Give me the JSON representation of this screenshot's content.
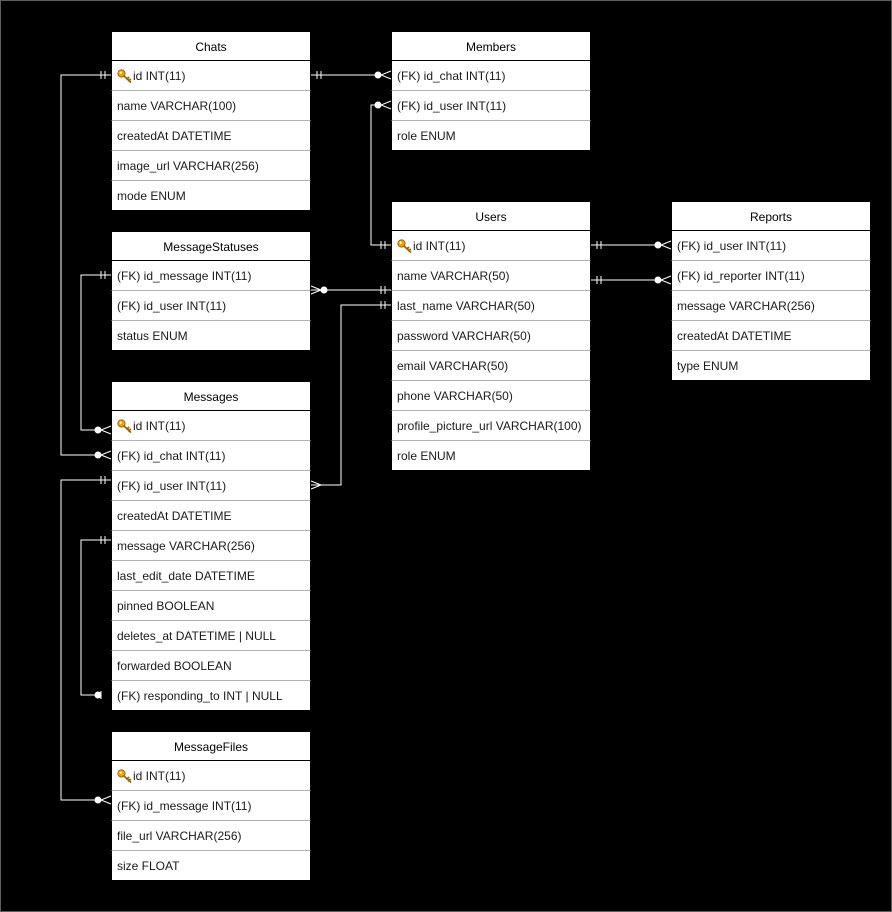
{
  "diagram": {
    "colors": {
      "background": "#000000",
      "table_fill": "#ffffff",
      "table_border": "#000000",
      "wire": "#ffffff",
      "key_icon": "#f0a30a"
    },
    "tables": {
      "chats": {
        "title": "Chats",
        "rows": [
          {
            "text": "id INT(11)",
            "pk": true
          },
          {
            "text": "name VARCHAR(100)"
          },
          {
            "text": "createdAt DATETIME"
          },
          {
            "text": "image_url VARCHAR(256)"
          },
          {
            "text": "mode ENUM"
          }
        ]
      },
      "members": {
        "title": "Members",
        "rows": [
          {
            "text": "(FK) id_chat INT(11)"
          },
          {
            "text": "(FK) id_user INT(11)"
          },
          {
            "text": "role ENUM"
          }
        ]
      },
      "message_statuses": {
        "title": "MessageStatuses",
        "rows": [
          {
            "text": "(FK) id_message INT(11)"
          },
          {
            "text": "(FK) id_user INT(11)"
          },
          {
            "text": "status ENUM"
          }
        ]
      },
      "users": {
        "title": "Users",
        "rows": [
          {
            "text": "id INT(11)",
            "pk": true
          },
          {
            "text": "name VARCHAR(50)"
          },
          {
            "text": "last_name VARCHAR(50)"
          },
          {
            "text": "password VARCHAR(50)"
          },
          {
            "text": "email VARCHAR(50)"
          },
          {
            "text": "phone VARCHAR(50)"
          },
          {
            "text": "profile_picture_url VARCHAR(100)"
          },
          {
            "text": "role ENUM"
          }
        ]
      },
      "reports": {
        "title": "Reports",
        "rows": [
          {
            "text": "(FK) id_user INT(11)"
          },
          {
            "text": "(FK) id_reporter INT(11)"
          },
          {
            "text": "message VARCHAR(256)"
          },
          {
            "text": "createdAt DATETIME"
          },
          {
            "text": "type ENUM"
          }
        ]
      },
      "messages": {
        "title": "Messages",
        "rows": [
          {
            "text": "id INT(11)",
            "pk": true
          },
          {
            "text": "(FK) id_chat INT(11)"
          },
          {
            "text": "(FK) id_user INT(11)"
          },
          {
            "text": "createdAt DATETIME"
          },
          {
            "text": "message VARCHAR(256)"
          },
          {
            "text": "last_edit_date DATETIME"
          },
          {
            "text": "pinned BOOLEAN"
          },
          {
            "text": "deletes_at DATETIME | NULL"
          },
          {
            "text": "forwarded BOOLEAN"
          },
          {
            "text": "(FK) responding_to INT | NULL"
          }
        ]
      },
      "message_files": {
        "title": "MessageFiles",
        "rows": [
          {
            "text": "id INT(11)",
            "pk": true
          },
          {
            "text": "(FK) id_message INT(11)"
          },
          {
            "text": "file_url VARCHAR(256)"
          },
          {
            "text": "size FLOAT"
          }
        ]
      }
    }
  }
}
